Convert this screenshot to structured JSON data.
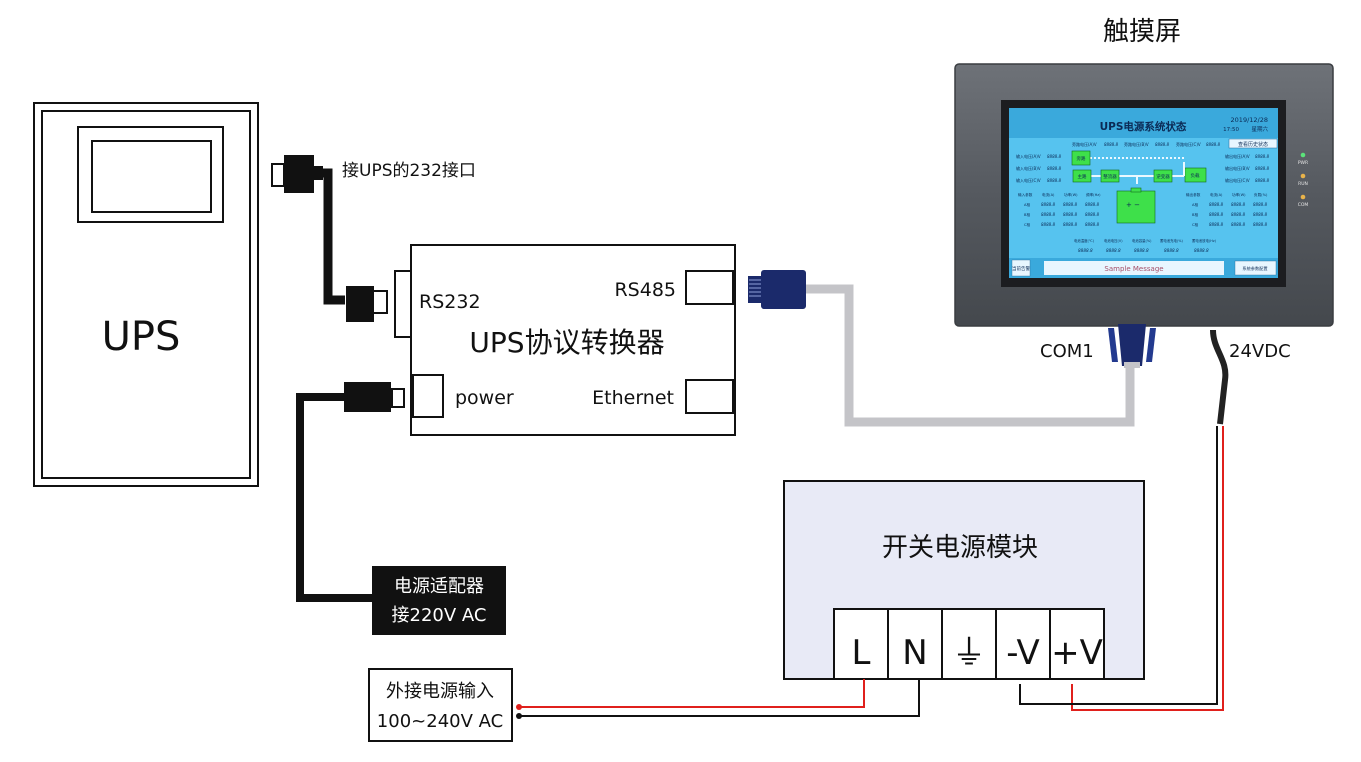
{
  "title": "触摸屏",
  "ups": {
    "label": "UPS"
  },
  "cable_note": "接UPS的232接口",
  "converter": {
    "name": "UPS协议转换器",
    "port_rs232": "RS232",
    "port_rs485": "RS485",
    "port_power": "power",
    "port_ethernet": "Ethernet"
  },
  "adapter": {
    "line1": "电源适配器",
    "line2": "接220V AC"
  },
  "com1": "COM1",
  "dc24": "24VDC",
  "psu": {
    "name": "开关电源模块",
    "terminals": [
      "L",
      "N",
      "⏚",
      "-V",
      "+V"
    ]
  },
  "ext_input": {
    "line1": "外接电源输入",
    "line2": "100~240V AC"
  },
  "colors": {
    "wire_red": "#e0201c",
    "wire_black": "#111111",
    "cable_gray": "#c4c4c8",
    "screen_blue": "#56c3ef",
    "psu_fill": "#e8eaf6"
  },
  "hmi": {
    "title": "UPS电源系统状态",
    "date": "2019/12/28",
    "time": "17:50",
    "weekday": "星期六",
    "history_button": "查看历史状态",
    "bypass_labels": [
      "旁路电压(A)V",
      "旁路电压(B)V",
      "旁路电压(C)V"
    ],
    "input_voltage_labels": [
      "输入电压(A)V",
      "输入电压(B)V",
      "输入电压(C)V"
    ],
    "output_voltage_labels": [
      "输出电压(A)V",
      "输出电压(B)V",
      "输出电压(C)V"
    ],
    "value": "8888.8",
    "blocks": [
      "旁路",
      "主路",
      "整流器",
      "逆变器",
      "负载"
    ],
    "input_params_headers": [
      "输入参数",
      "电流(A)",
      "功率(W)",
      "频率(Hz)"
    ],
    "output_params_headers": [
      "输出参数",
      "电流(A)",
      "功率(W)",
      "负载(%)"
    ],
    "phases": [
      "A相",
      "B相",
      "C相"
    ],
    "battery_headers": [
      "电池温度(℃)",
      "电池电压(V)",
      "电池容量(%)",
      "蓄电池充电(%)",
      "蓄电池放电(Hz)"
    ],
    "alarm_label": "当前告警",
    "message": "Sample Message",
    "config_button": "系统参数配置",
    "indicators": [
      "PWR",
      "RUN",
      "COM"
    ]
  }
}
